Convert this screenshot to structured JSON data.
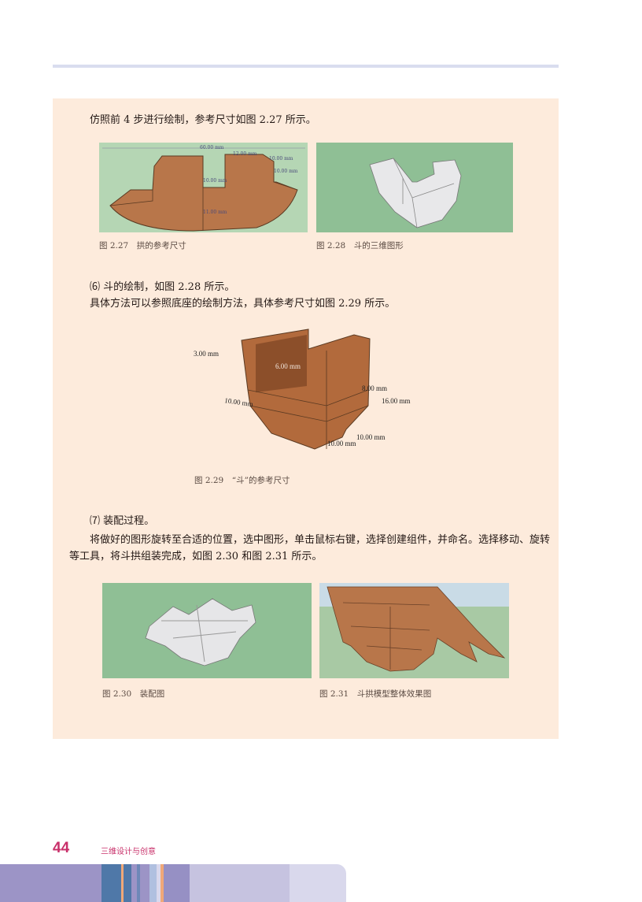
{
  "body": {
    "para1": "仿照前 4 步进行绘制，参考尺寸如图 2.27 所示。",
    "step6_title": "⑹ 斗的绘制，如图 2.28 所示。",
    "step6_text": "具体方法可以参照底座的绘制方法，具体参考尺寸如图 2.29 所示。",
    "step7_title": "⑺ 装配过程。",
    "step7_text_line1": "将做好的图形旋转至合适的位置，选中图形，单击鼠标右键，选择创建组件，并命名。选择移动、旋转",
    "step7_text_line2": "等工具，将斗拱组装完成，如图 2.30 和图 2.31 所示。"
  },
  "figures": {
    "fig227": {
      "caption": "图 2.27　拱的参考尺寸",
      "dims": [
        "60.00 mm",
        "12.00 mm",
        "10.00 mm",
        "10.00 mm",
        "10.00 mm",
        "11.00 mm"
      ]
    },
    "fig228": {
      "caption": "图 2.28　斗的三维图形"
    },
    "fig229": {
      "caption": "图 2.29　“斗”的参考尺寸",
      "dims": [
        "3.00 mm",
        "6.00 mm",
        "8.00 mm",
        "16.00 mm",
        "10.00 mm",
        "10.00 mm",
        "10.00 mm"
      ]
    },
    "fig230": {
      "caption": "图 2.30　装配图"
    },
    "fig231": {
      "caption": "图 2.31　斗拱模型整体效果图"
    }
  },
  "footer": {
    "page_number": "44",
    "book_title": "三维设计与创意"
  },
  "colors": {
    "accent": "#c8306a",
    "panel": "#fdebdc",
    "wood": "#b8764a",
    "green_bg": "#8fbf95"
  }
}
